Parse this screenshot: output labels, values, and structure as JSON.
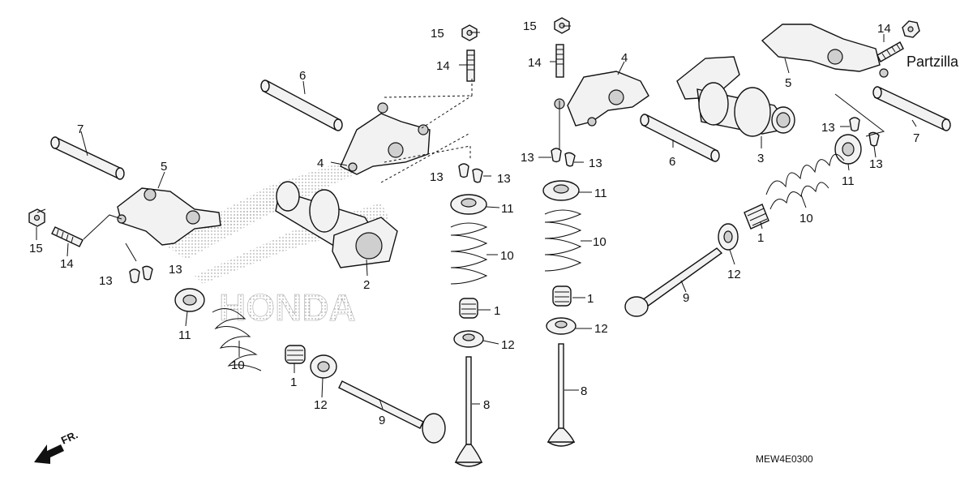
{
  "diagram": {
    "code": "MEW4E0300",
    "watermark": "Partzilla",
    "logo_text": "HONDA",
    "fr_text": "FR.",
    "callouts": [
      {
        "id": "c15a",
        "text": "15"
      },
      {
        "id": "c14a",
        "text": "14"
      },
      {
        "id": "c6a",
        "text": "6"
      },
      {
        "id": "c7a",
        "text": "7"
      },
      {
        "id": "c5a",
        "text": "5"
      },
      {
        "id": "c4a",
        "text": "4"
      },
      {
        "id": "c15b",
        "text": "15"
      },
      {
        "id": "c14b",
        "text": "14"
      },
      {
        "id": "c13a",
        "text": "13"
      },
      {
        "id": "c13b",
        "text": "13"
      },
      {
        "id": "c11a",
        "text": "11"
      },
      {
        "id": "c10a",
        "text": "10"
      },
      {
        "id": "c1a",
        "text": "1"
      },
      {
        "id": "c12a",
        "text": "12"
      },
      {
        "id": "c9a",
        "text": "9"
      },
      {
        "id": "c2",
        "text": "2"
      },
      {
        "id": "c13c",
        "text": "13"
      },
      {
        "id": "c13d",
        "text": "13"
      },
      {
        "id": "c11b",
        "text": "11"
      },
      {
        "id": "c10b",
        "text": "10"
      },
      {
        "id": "c1b",
        "text": "1"
      },
      {
        "id": "c12b",
        "text": "12"
      },
      {
        "id": "c8a",
        "text": "8"
      },
      {
        "id": "c15c",
        "text": "15"
      },
      {
        "id": "c14c",
        "text": "14"
      },
      {
        "id": "c4b",
        "text": "4"
      },
      {
        "id": "c13e",
        "text": "13"
      },
      {
        "id": "c13f",
        "text": "13"
      },
      {
        "id": "c6b",
        "text": "6"
      },
      {
        "id": "c11c",
        "text": "11"
      },
      {
        "id": "c10c",
        "text": "10"
      },
      {
        "id": "c1c",
        "text": "1"
      },
      {
        "id": "c12c",
        "text": "12"
      },
      {
        "id": "c8b",
        "text": "8"
      },
      {
        "id": "c3",
        "text": "3"
      },
      {
        "id": "c14d",
        "text": "14"
      },
      {
        "id": "c5b",
        "text": "5"
      },
      {
        "id": "c13g",
        "text": "13"
      },
      {
        "id": "c13h",
        "text": "13"
      },
      {
        "id": "c7b",
        "text": "7"
      },
      {
        "id": "c11d",
        "text": "11"
      },
      {
        "id": "c10d",
        "text": "10"
      },
      {
        "id": "c1d",
        "text": "1"
      },
      {
        "id": "c12d",
        "text": "12"
      },
      {
        "id": "c9b",
        "text": "9"
      }
    ]
  }
}
